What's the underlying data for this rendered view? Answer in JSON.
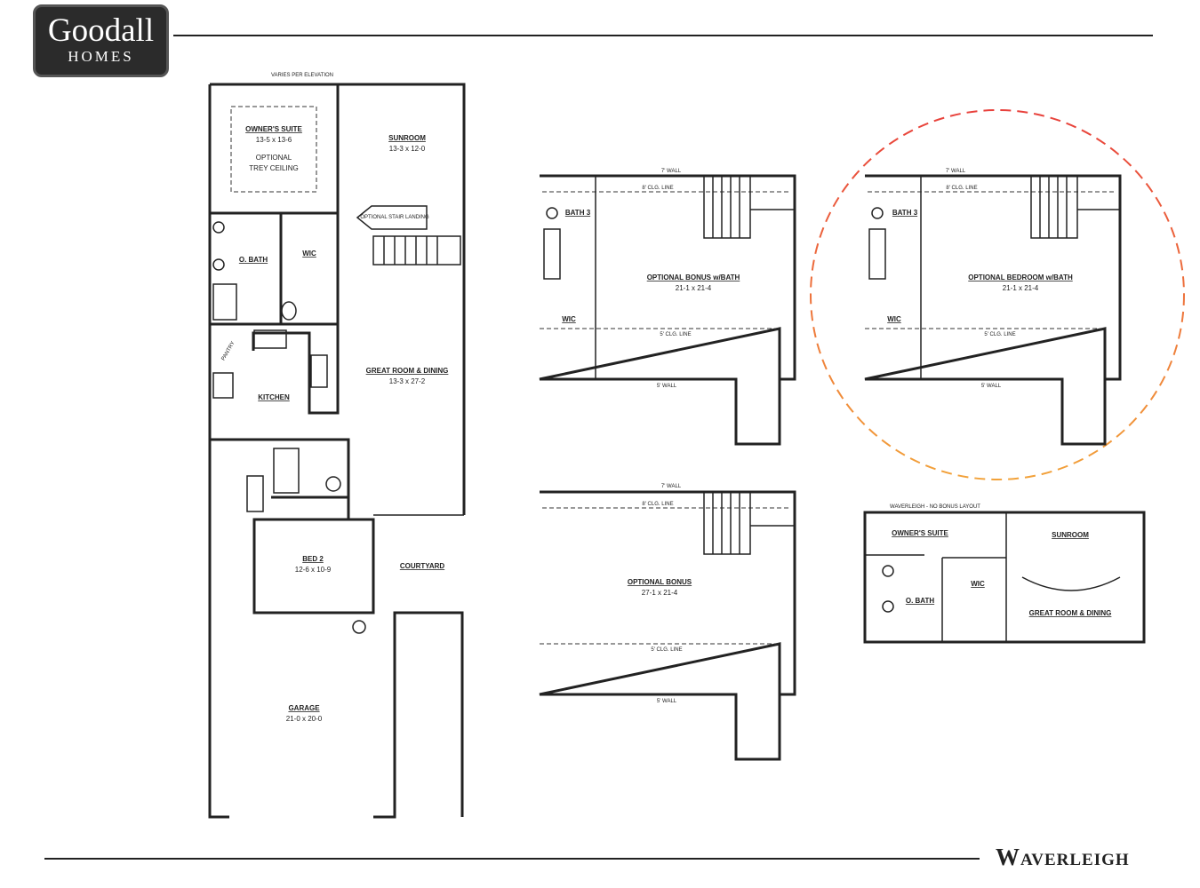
{
  "brand": {
    "name": "Goodall",
    "tagline": "HOMES"
  },
  "plan_name": "Waverleigh",
  "main_floor": {
    "elevation_note": "VARIES PER ELEVATION",
    "owners_suite": {
      "label": "OWNER'S SUITE",
      "dims": "13-5 x 13-6",
      "extra1": "OPTIONAL",
      "extra2": "TREY CEILING"
    },
    "sunroom": {
      "label": "SUNROOM",
      "dims": "13-3 x 12-0"
    },
    "o_bath": "O. BATH",
    "wic": "WIC",
    "landing": "OPTIONAL STAIR LANDING",
    "pantry": "PANTRY",
    "kitchen": "KITCHEN",
    "great_room": {
      "label": "GREAT ROOM & DINING",
      "dims": "13-3 x 27-2"
    },
    "bed2": {
      "label": "BED 2",
      "dims": "12-6 x 10-9"
    },
    "courtyard": "COURTYARD",
    "garage": {
      "label": "GARAGE",
      "dims": "21-0 x 20-0"
    }
  },
  "bonus_bath": {
    "wall": "7' WALL",
    "clg_line": "8' CLG. LINE",
    "bath": "BATH 3",
    "room": "OPTIONAL BONUS w/BATH",
    "dims": "21-1 x 21-4",
    "wic": "WIC",
    "clg_line2": "5' CLG. LINE",
    "wall_bottom": "5' WALL"
  },
  "bedroom_bath": {
    "wall": "7' WALL",
    "clg_line": "8' CLG. LINE",
    "bath": "BATH 3",
    "room": "OPTIONAL BEDROOM w/BATH",
    "dims": "21-1 x 21-4",
    "wic": "WIC",
    "clg_line2": "5' CLG. LINE",
    "wall_bottom": "5' WALL"
  },
  "bonus": {
    "wall": "7' WALL",
    "clg_line": "8' CLG. LINE",
    "room": "OPTIONAL BONUS",
    "dims": "27-1 x 21-4",
    "clg_line2": "5' CLG. LINE",
    "wall_bottom": "5' WALL"
  },
  "no_bonus": {
    "title": "WAVERLEIGH - NO BONUS LAYOUT",
    "owners_suite": "OWNER'S SUITE",
    "sunroom": "SUNROOM",
    "wic": "WIC",
    "o_bath": "O. BATH",
    "great_room": "GREAT ROOM & DINING"
  },
  "colors": {
    "highlight_start": "#e8413c",
    "highlight_end": "#f2a23a"
  }
}
